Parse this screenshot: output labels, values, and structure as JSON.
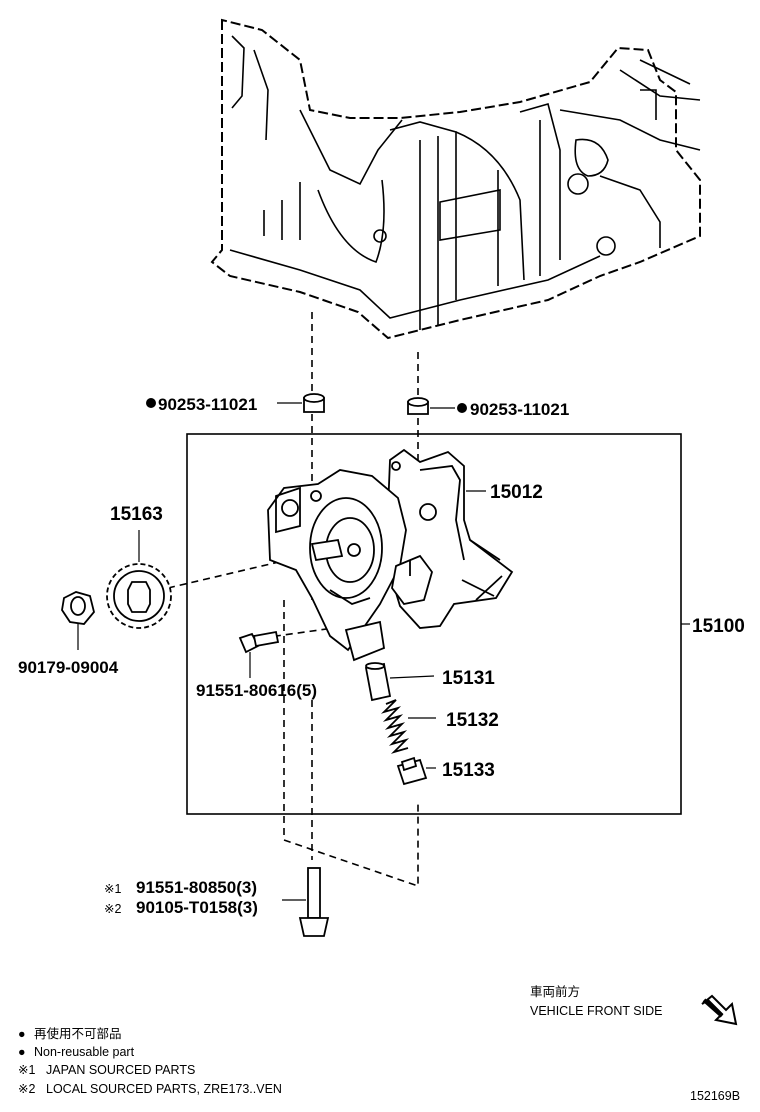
{
  "parts": {
    "washer_left": "90253-11021",
    "washer_right": "90253-11021",
    "sprocket": "15163",
    "nut": "90179-09004",
    "oil_pump_body": "15012",
    "oil_pump_assy": "15100",
    "bolt_small": "91551-80616(5)",
    "relief_valve": "15131",
    "spring": "15132",
    "plug": "15133"
  },
  "bolt_variants": [
    {
      "mark": "※1",
      "part": "91551-80850(3)"
    },
    {
      "mark": "※2",
      "part": "90105-T0158(3)"
    }
  ],
  "direction": {
    "label_jp": "車両前方",
    "label_en": "VEHICLE FRONT SIDE"
  },
  "legend": [
    {
      "mark": "●",
      "text": "再使用不可部品"
    },
    {
      "mark": "●",
      "text": "Non-reusable part"
    },
    {
      "mark": "※1",
      "text": "JAPAN SOURCED PARTS"
    },
    {
      "mark": "※2",
      "text": "LOCAL SOURCED PARTS, ZRE173..VEN"
    }
  ],
  "illustration_id": "152169B",
  "colors": {
    "line": "#000000",
    "background": "#ffffff"
  }
}
